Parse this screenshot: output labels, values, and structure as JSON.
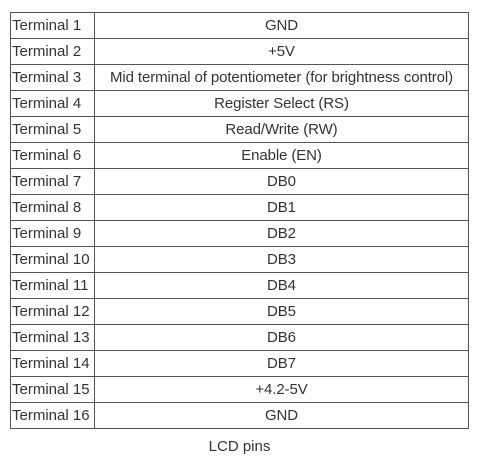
{
  "table": {
    "rows": [
      {
        "terminal": "Terminal 1",
        "description": "GND"
      },
      {
        "terminal": "Terminal 2",
        "description": "+5V"
      },
      {
        "terminal": "Terminal 3",
        "description": "Mid terminal of potentiometer (for brightness control)"
      },
      {
        "terminal": "Terminal 4",
        "description": "Register Select (RS)"
      },
      {
        "terminal": "Terminal 5",
        "description": "Read/Write (RW)"
      },
      {
        "terminal": "Terminal 6",
        "description": "Enable (EN)"
      },
      {
        "terminal": "Terminal 7",
        "description": "DB0"
      },
      {
        "terminal": "Terminal 8",
        "description": "DB1"
      },
      {
        "terminal": "Terminal 9",
        "description": "DB2"
      },
      {
        "terminal": "Terminal 10",
        "description": "DB3"
      },
      {
        "terminal": "Terminal 11",
        "description": "DB4"
      },
      {
        "terminal": "Terminal 12",
        "description": "DB5"
      },
      {
        "terminal": "Terminal 13",
        "description": "DB6"
      },
      {
        "terminal": "Terminal 14",
        "description": "DB7"
      },
      {
        "terminal": "Terminal 15",
        "description": "+4.2-5V"
      },
      {
        "terminal": "Terminal 16",
        "description": "GND"
      }
    ]
  },
  "caption": "LCD pins"
}
